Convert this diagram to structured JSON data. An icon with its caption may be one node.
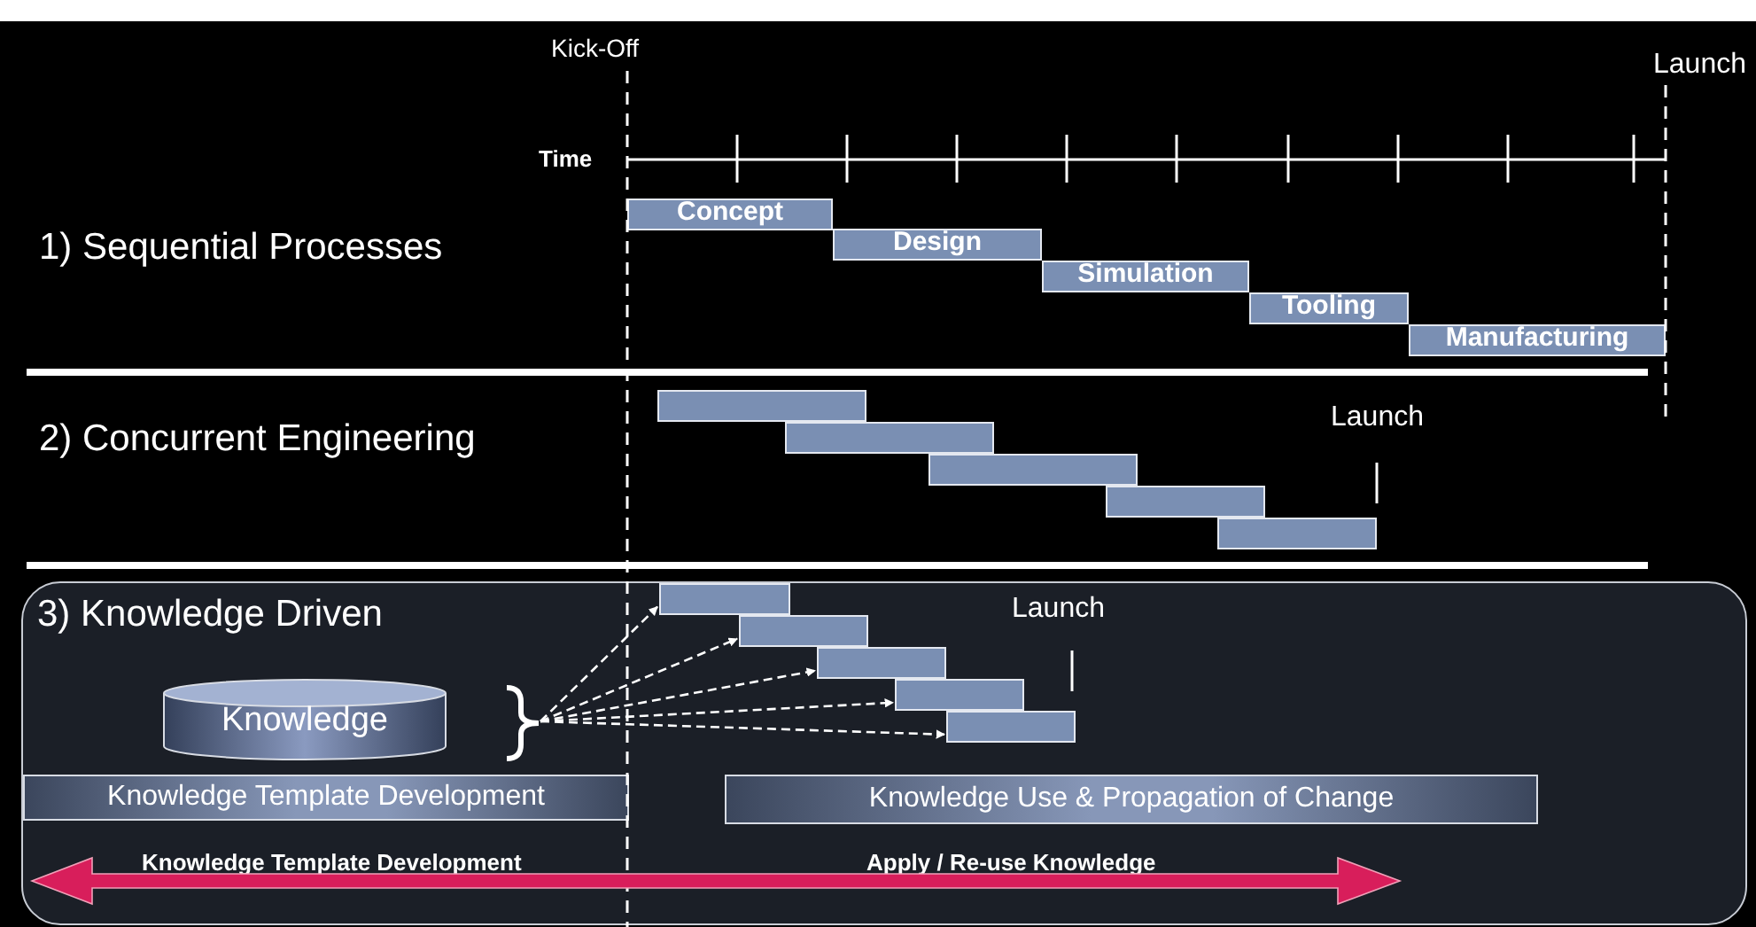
{
  "diagram": {
    "nodes": [
      {
        "text": [
          "Concept"
        ]
      },
      {
        "text": [
          "Design"
        ]
      },
      {
        "text": [
          "Simulation"
        ]
      },
      {
        "text": [
          "Tooling"
        ]
      },
      {
        "text": [
          "Manufacturing"
        ]
      },
      {
        "text": [],
        "shape": "bar"
      },
      {
        "text": [],
        "shape": "bar"
      },
      {
        "text": [],
        "shape": "bar"
      },
      {
        "text": [],
        "shape": "bar"
      },
      {
        "text": [],
        "shape": "bar"
      },
      {
        "text": [
          "3) Knowledge Driven"
        ]
      },
      {
        "text": [
          "Knowledge"
        ],
        "in": 10
      },
      {
        "text": [],
        "shape": "brace",
        "in": 10
      },
      {
        "text": [],
        "shape": "bar",
        "in": 10
      },
      {
        "text": [],
        "shape": "bar",
        "in": 10
      },
      {
        "text": [],
        "shape": "bar",
        "in": 10
      },
      {
        "text": [],
        "shape": "bar",
        "in": 10
      },
      {
        "text": [],
        "shape": "bar",
        "in": 10
      },
      {
        "text": [
          "Knowledge Template Development"
        ],
        "in": 10
      },
      {
        "text": [
          "Knowledge Use & Propagation of Change"
        ],
        "in": 10
      }
    ],
    "edges": [
      {
        "from": 12,
        "to": 13,
        "arrow": "to",
        "style": "dashed"
      },
      {
        "from": 12,
        "to": 14,
        "arrow": "to",
        "style": "dashed"
      },
      {
        "from": 12,
        "to": 15,
        "arrow": "to",
        "style": "dashed"
      },
      {
        "from": 12,
        "to": 16,
        "arrow": "to",
        "style": "dashed"
      },
      {
        "from": 12,
        "to": 17,
        "arrow": "to",
        "style": "dashed"
      }
    ],
    "labels": [
      "Kick-Off",
      "Launch",
      "Time",
      "1) Sequential Processes",
      "2) Concurrent Engineering",
      "Launch",
      "Launch",
      "Knowledge Template Development",
      "Apply / Re-use Knowledge"
    ]
  }
}
